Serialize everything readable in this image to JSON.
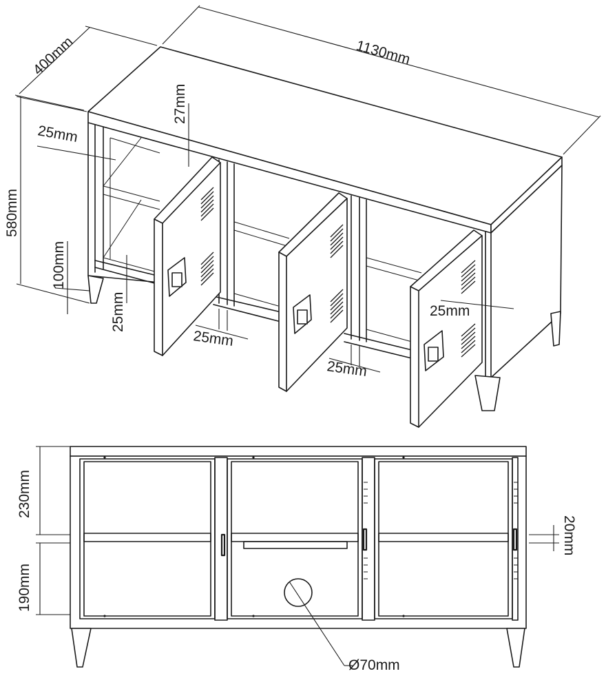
{
  "labels": {
    "depth": "400mm",
    "width": "1130mm",
    "height": "580mm",
    "top_thickness": "27mm",
    "frame_side": "25mm",
    "leg_height": "100mm",
    "bottom_frame": "25mm",
    "door_gap_1": "25mm",
    "door_gap_2": "25mm",
    "right_frame": "25mm",
    "upper_compartment": "230mm",
    "lower_compartment": "190mm",
    "shelf_thickness": "20mm",
    "cable_hole": "Ø70mm"
  }
}
